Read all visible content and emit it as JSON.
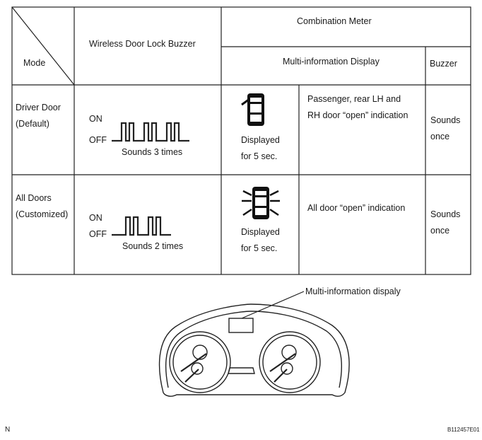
{
  "table": {
    "header": {
      "mode": "Mode",
      "wireless_buzzer": "Wireless Door Lock Buzzer",
      "combination_meter": "Combination Meter",
      "multi_info_display": "Multi-information Display",
      "buzzer": "Buzzer"
    },
    "rows": [
      {
        "mode_line1": "Driver Door",
        "mode_line2": "(Default)",
        "on_label": "ON",
        "off_label": "OFF",
        "pulse_count": 3,
        "sounds_text": "Sounds 3 times",
        "displayed_line1": "Displayed",
        "displayed_line2": "for 5 sec.",
        "indication_line1": "Passenger, rear LH and",
        "indication_line2": "RH door “open” indication",
        "buzzer_line1": "Sounds",
        "buzzer_line2": "once"
      },
      {
        "mode_line1": "All Doors",
        "mode_line2": "(Customized)",
        "on_label": "ON",
        "off_label": "OFF",
        "pulse_count": 2,
        "sounds_text": "Sounds 2 times",
        "displayed_line1": "Displayed",
        "displayed_line2": "for 5 sec.",
        "indication_line1": "All door “open” indication",
        "buzzer_line1": "Sounds",
        "buzzer_line2": "once"
      }
    ]
  },
  "figure": {
    "callout": "Multi-information dispaly"
  },
  "footer": {
    "left_mark": "N",
    "figure_code": "B112457E01"
  }
}
